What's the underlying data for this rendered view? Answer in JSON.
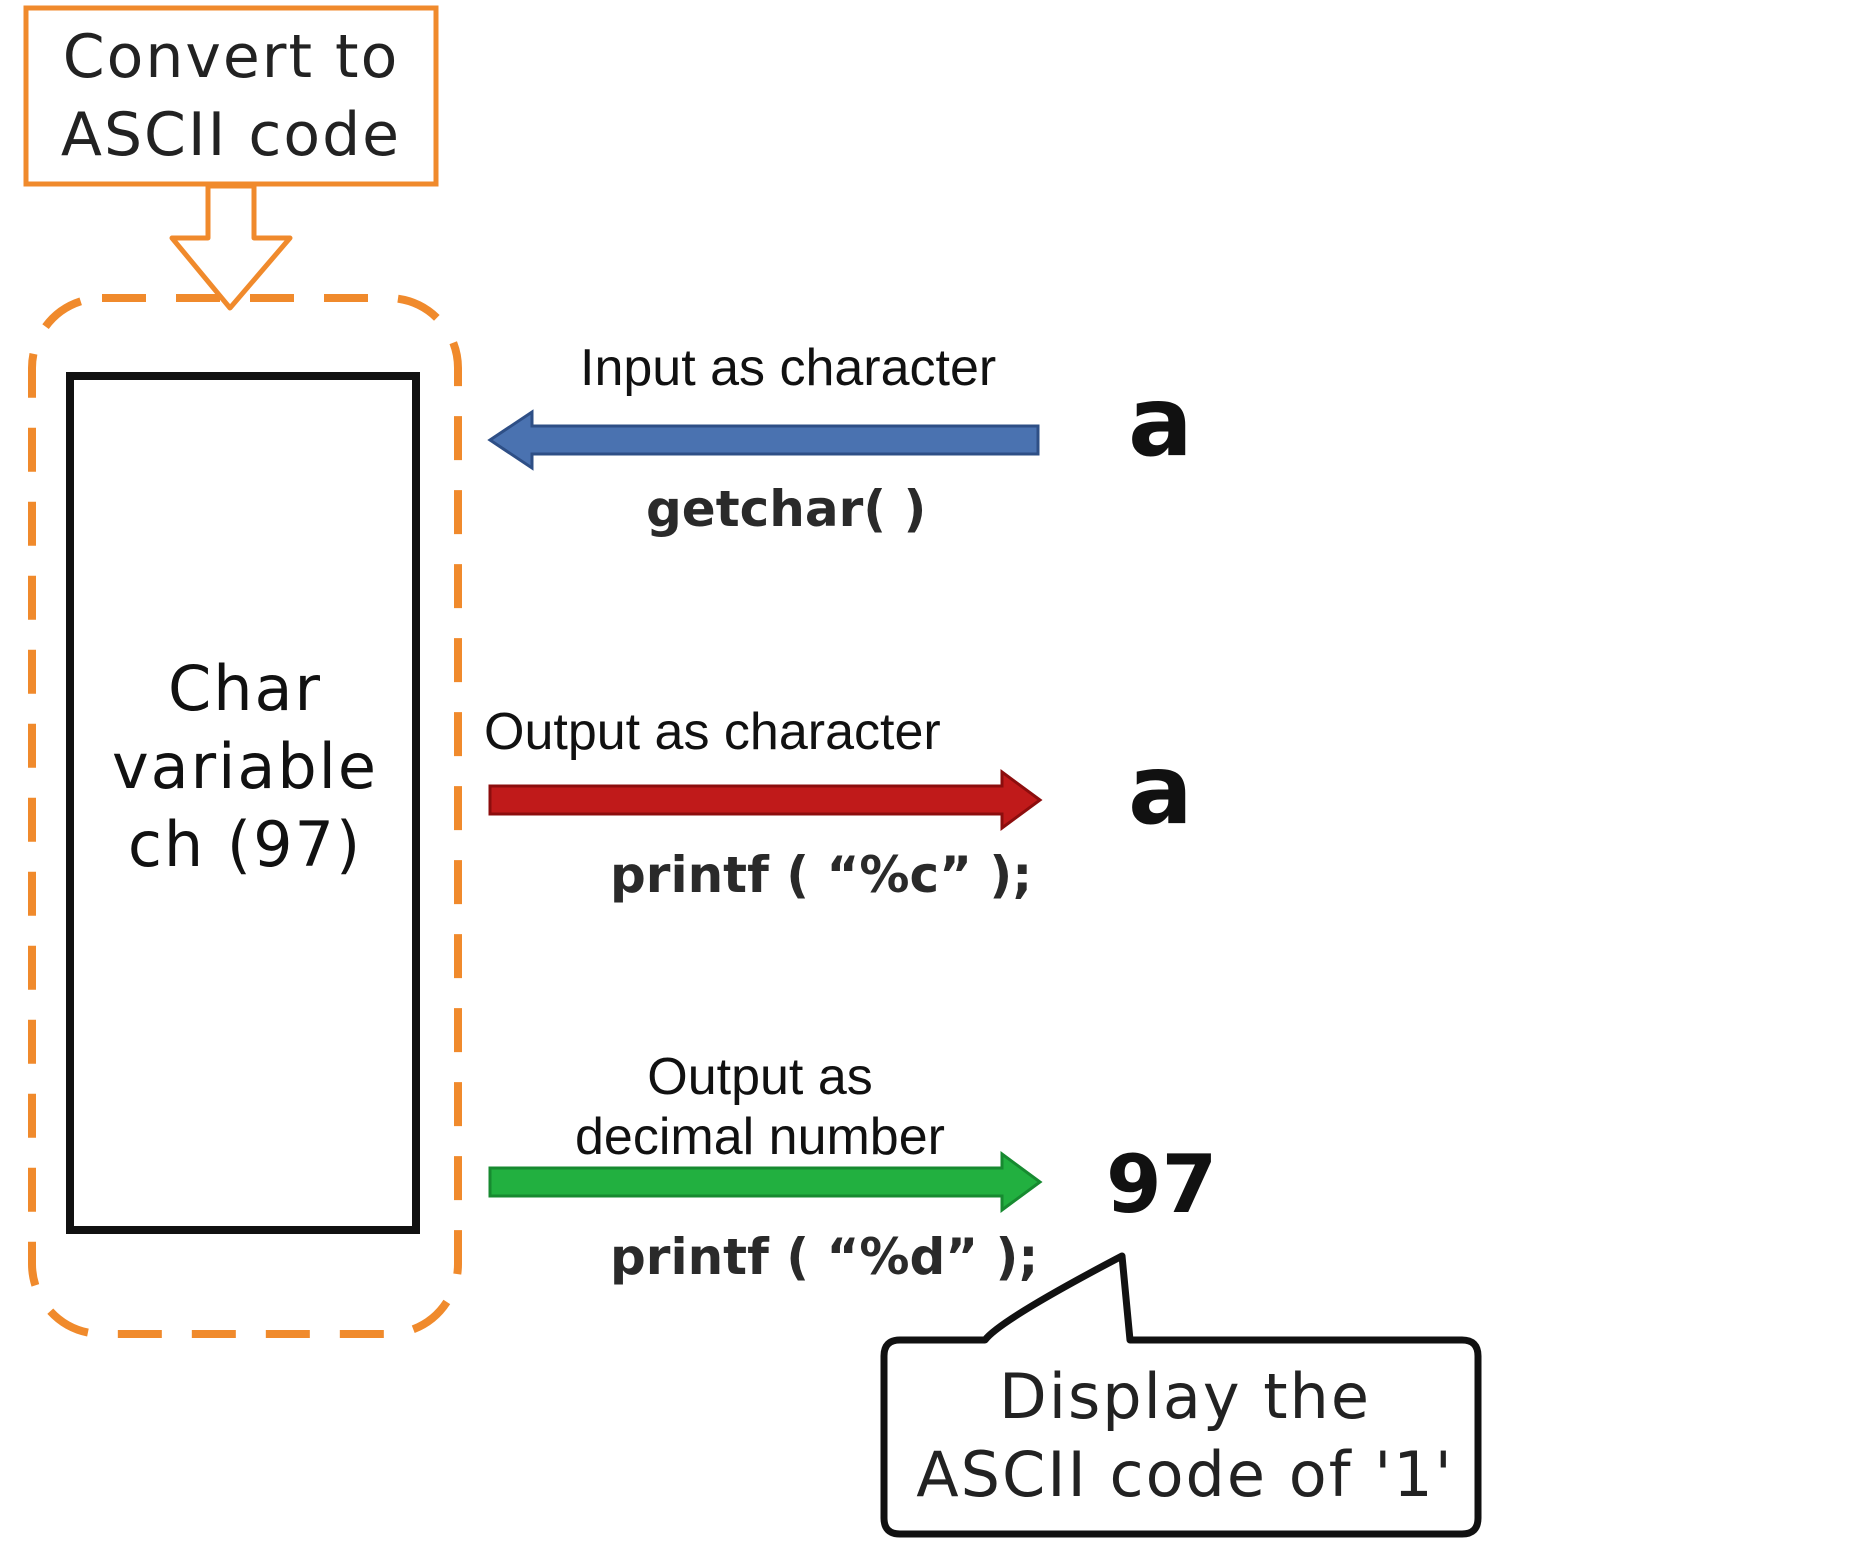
{
  "header_box": {
    "line1": "Convert to",
    "line2": "ASCII code"
  },
  "variable_box": {
    "line1": "Char",
    "line2": "variable",
    "line3": "ch (97)"
  },
  "rows": [
    {
      "label": "Input as character",
      "code": "getchar( )",
      "value": "a",
      "arrow_color": "#4a72b0",
      "direction": "left"
    },
    {
      "label": "Output as character",
      "code": "printf ( “%c” );",
      "value": "a",
      "arrow_color": "#c01a1a",
      "direction": "right"
    },
    {
      "label_line1": "Output as",
      "label_line2": "decimal number",
      "code": "printf ( “%d” );",
      "value": "97",
      "arrow_color": "#22b040",
      "direction": "right"
    }
  ],
  "callout": {
    "line1": "Display the",
    "line2": "ASCII code of '1'"
  },
  "colors": {
    "accent_orange": "#f08a2c",
    "outline": "#111111"
  }
}
